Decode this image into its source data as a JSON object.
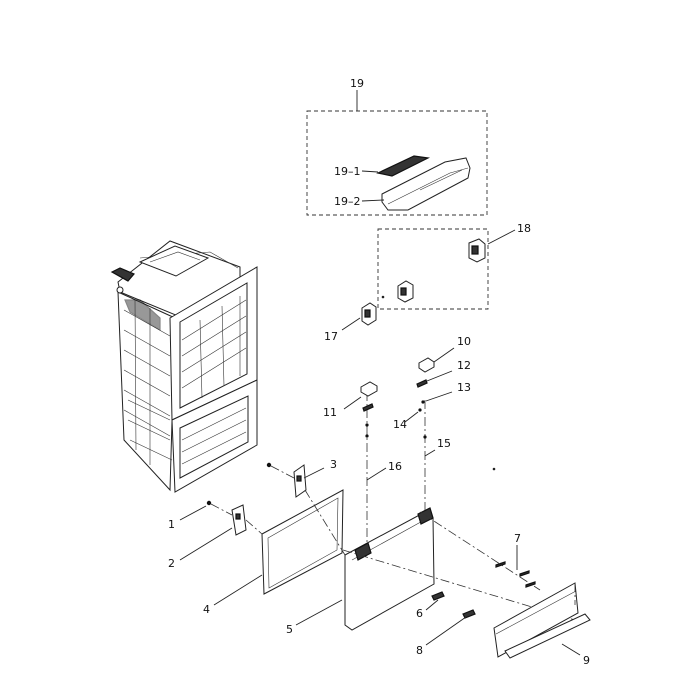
{
  "diagram": {
    "callouts": [
      {
        "id": "19",
        "text": "19"
      },
      {
        "id": "19-1",
        "text": "19–1"
      },
      {
        "id": "19-2",
        "text": "19–2"
      },
      {
        "id": "18",
        "text": "18"
      },
      {
        "id": "17",
        "text": "17"
      },
      {
        "id": "10",
        "text": "10"
      },
      {
        "id": "12",
        "text": "12"
      },
      {
        "id": "13",
        "text": "13"
      },
      {
        "id": "11",
        "text": "11"
      },
      {
        "id": "14",
        "text": "14"
      },
      {
        "id": "15",
        "text": "15"
      },
      {
        "id": "16",
        "text": "16"
      },
      {
        "id": "3",
        "text": "3"
      },
      {
        "id": "1",
        "text": "1"
      },
      {
        "id": "2",
        "text": "2"
      },
      {
        "id": "4",
        "text": "4"
      },
      {
        "id": "5",
        "text": "5"
      },
      {
        "id": "6",
        "text": "6"
      },
      {
        "id": "7",
        "text": "7"
      },
      {
        "id": "8",
        "text": "8"
      },
      {
        "id": "9",
        "text": "9"
      }
    ]
  }
}
